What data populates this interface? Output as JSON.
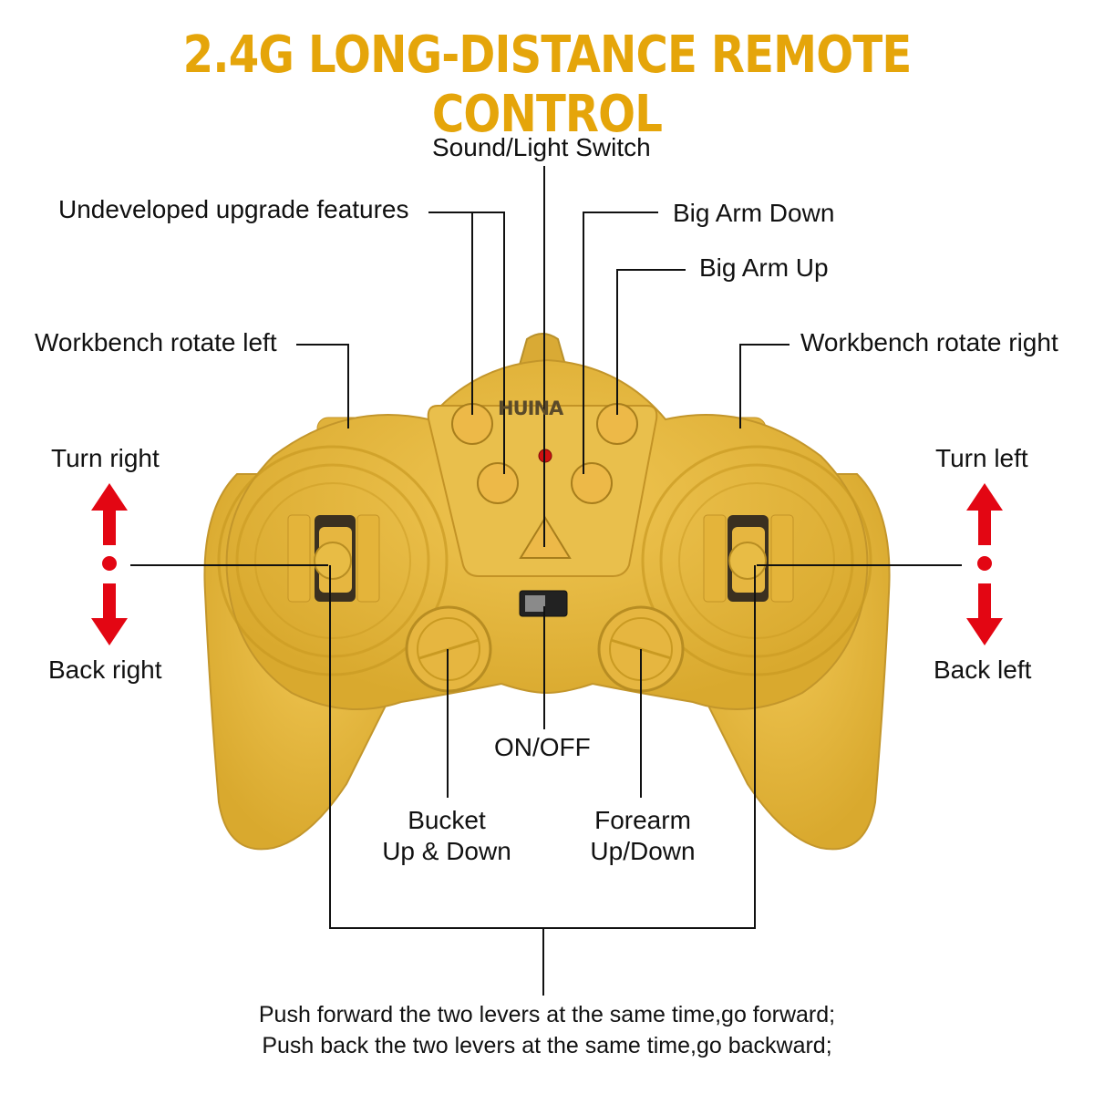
{
  "title": "2.4G LONG-DISTANCE REMOTE CONTROL",
  "brand": "HUINA",
  "labels": {
    "sound_light_switch": "Sound/Light Switch",
    "undeveloped": "Undeveloped upgrade features",
    "big_arm_down": "Big Arm Down",
    "big_arm_up": "Big Arm Up",
    "workbench_left": "Workbench rotate left",
    "workbench_right": "Workbench rotate right",
    "turn_right": "Turn right",
    "turn_left": "Turn left",
    "back_right": "Back right",
    "back_left": "Back left",
    "on_off": "ON/OFF",
    "bucket_line1": "Bucket",
    "bucket_line2": "Up & Down",
    "forearm_line1": "Forearm",
    "forearm_line2": "Up/Down"
  },
  "footer": {
    "line1": "Push forward the two levers at the same time,go forward;",
    "line2": "Push back the two levers at the same time,go backward;"
  },
  "colors": {
    "title": "#E5A50A",
    "controller": "#E7B93F",
    "controller_dark": "#C99A22",
    "arrow": "#E30613",
    "line": "#111111"
  }
}
